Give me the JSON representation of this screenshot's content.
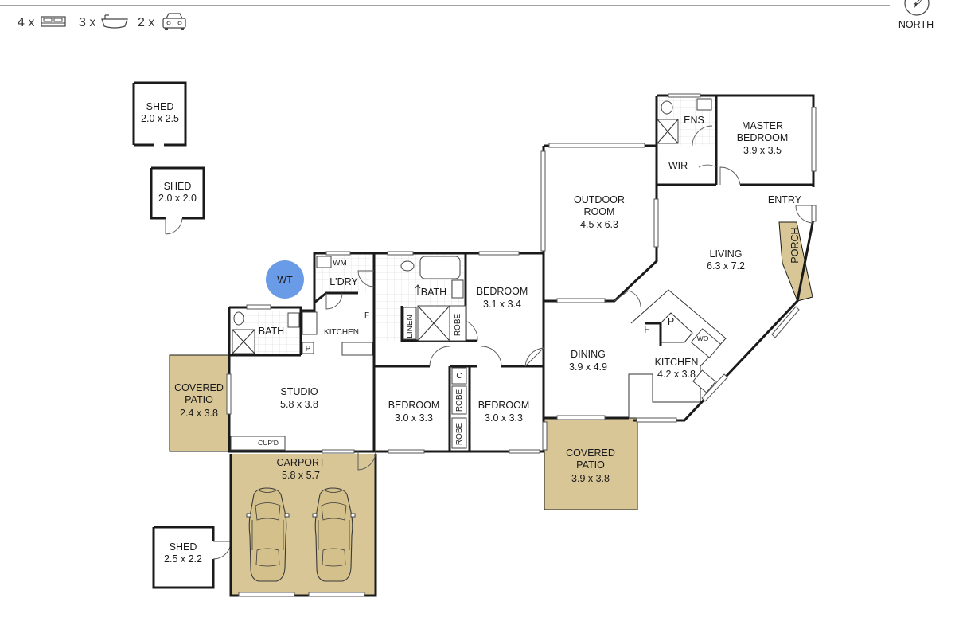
{
  "header": {
    "bedrooms": "4 x",
    "bathrooms": "3 x",
    "parking": "2 x",
    "north": "NORTH"
  },
  "rooms": {
    "shed1": {
      "name": "SHED",
      "size": "2.0 x 2.5"
    },
    "shed2": {
      "name": "SHED",
      "size": "2.0 x 2.0"
    },
    "shed3": {
      "name": "SHED",
      "size": "2.5 x 2.2"
    },
    "water_tank": "WT",
    "laundry": "L'DRY",
    "wm": "WM",
    "bath_left": "BATH",
    "bath_mid": "BATH",
    "kitchenette": "KITCHEN",
    "kitchenette_p": "P",
    "kitchenette_f": "F",
    "covered_patio_left": {
      "l1": "COVERED",
      "l2": "PATIO",
      "size": "2.4 x 3.8"
    },
    "studio": {
      "name": "STUDIO",
      "size": "5.8 x 3.8"
    },
    "cupd": "CUP'D",
    "carport": {
      "name": "CARPORT",
      "size": "5.8 x 5.7"
    },
    "linen": "LINEN",
    "robe1": "ROBE",
    "robe2": "ROBE",
    "robe3": "ROBE",
    "closet_c": "C",
    "bedroom1": {
      "name": "BEDROOM",
      "size": "3.1 x 3.4"
    },
    "bedroom2": {
      "name": "BEDROOM",
      "size": "3.0 x 3.3"
    },
    "bedroom3": {
      "name": "BEDROOM",
      "size": "3.0 x 3.3"
    },
    "outdoor_room": {
      "l1": "OUTDOOR",
      "l2": "ROOM",
      "size": "4.5 x 6.3"
    },
    "ens": "ENS",
    "wir": "WIR",
    "master": {
      "l1": "MASTER",
      "l2": "BEDROOM",
      "size": "3.9 x 3.5"
    },
    "entry": "ENTRY",
    "porch": "PORCH",
    "living": {
      "name": "LIVING",
      "size": "6.3 x 7.2"
    },
    "dining": {
      "name": "DINING",
      "size": "3.9 x 4.9"
    },
    "kitchen": {
      "name": "KITCHEN",
      "size": "4.2 x 3.8"
    },
    "kitchen_f": "F",
    "kitchen_p": "P",
    "kitchen_wo": "WO",
    "covered_patio_right": {
      "l1": "COVERED",
      "l2": "PATIO",
      "size": "3.9 x 3.8"
    }
  },
  "colors": {
    "patio_fill": "#d8c697",
    "water_tank_fill": "#6a9be6",
    "wall": "#1a1a1a"
  },
  "icons": [
    "bed-icon",
    "bathtub-icon",
    "car-icon",
    "compass-icon"
  ]
}
